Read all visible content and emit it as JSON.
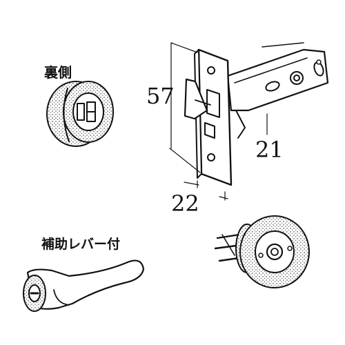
{
  "labels": {
    "back_side": "裏側",
    "aux_lever": "補助レバー付"
  },
  "dimensions": {
    "height": "57",
    "backset": "21",
    "thickness": "22"
  },
  "colors": {
    "ink": "#111111",
    "paper": "#ffffff"
  }
}
